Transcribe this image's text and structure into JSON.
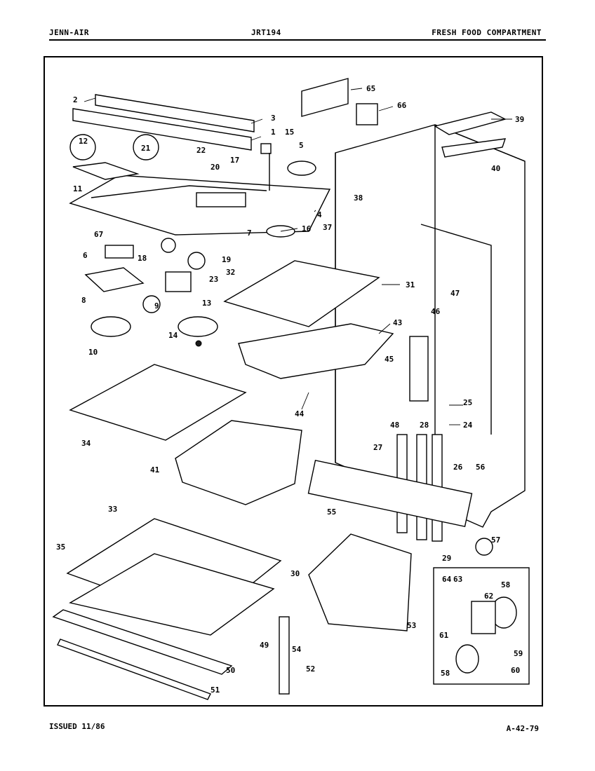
{
  "header": {
    "brand": "JENN-AIR",
    "model": "JRT194",
    "section": "FRESH FOOD COMPARTMENT"
  },
  "footer": {
    "issued": "ISSUED 11/86",
    "code": "A-42-79"
  },
  "diagram": {
    "callouts": [
      "1",
      "2",
      "3",
      "4",
      "5",
      "6",
      "7",
      "8",
      "9",
      "10",
      "11",
      "12",
      "13",
      "14",
      "15",
      "16",
      "17",
      "18",
      "19",
      "20",
      "21",
      "22",
      "23",
      "24",
      "25",
      "26",
      "27",
      "28",
      "29",
      "30",
      "31",
      "32",
      "33",
      "34",
      "35",
      "37",
      "38",
      "39",
      "40",
      "41",
      "43",
      "44",
      "45",
      "46",
      "47",
      "48",
      "49",
      "50",
      "51",
      "52",
      "53",
      "54",
      "55",
      "56",
      "57",
      "58",
      "59",
      "60",
      "61",
      "62",
      "63",
      "64",
      "65",
      "66",
      "67"
    ]
  }
}
